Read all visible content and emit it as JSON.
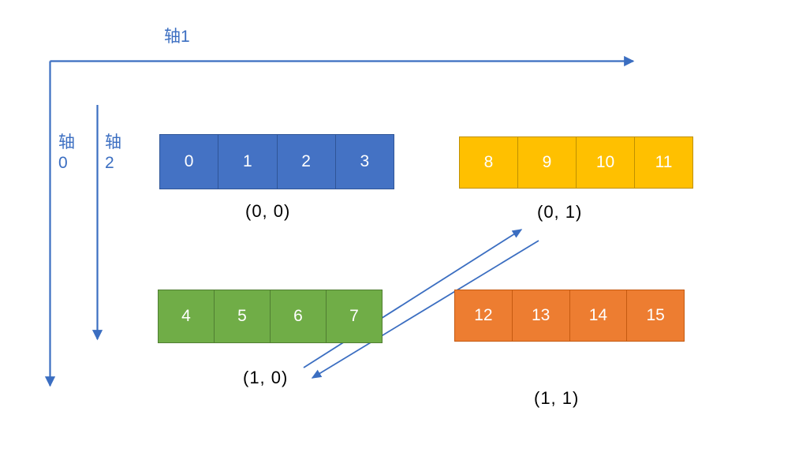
{
  "diagram": {
    "title_text": "",
    "axes": [
      {
        "name": "axis-1",
        "label": "轴1",
        "direction": "horizontal-right",
        "color": "#3b6ec1"
      },
      {
        "name": "axis-0",
        "label": "轴\n0",
        "direction": "vertical-down",
        "color": "#3b6ec1"
      },
      {
        "name": "axis-2",
        "label": "轴\n2",
        "direction": "vertical-down",
        "color": "#3b6ec1"
      }
    ],
    "blocks": [
      {
        "id": "block-0-0",
        "coord_label": "(0, 0)",
        "color": "#4472C4",
        "border_color": "#2F5597",
        "values": [
          "0",
          "1",
          "2",
          "3"
        ]
      },
      {
        "id": "block-0-1",
        "coord_label": "(0, 1)",
        "color": "#FFC000",
        "border_color": "#BF9000",
        "values": [
          "8",
          "9",
          "10",
          "11"
        ]
      },
      {
        "id": "block-1-0",
        "coord_label": "(1, 0)",
        "color": "#70AD47",
        "border_color": "#507E32",
        "values": [
          "4",
          "5",
          "6",
          "7"
        ]
      },
      {
        "id": "block-1-1",
        "coord_label": "(1, 1)",
        "color": "#ED7D31",
        "border_color": "#C55A11",
        "values": [
          "12",
          "13",
          "14",
          "15"
        ]
      }
    ],
    "connectors": [
      {
        "name": "arrow-up-right",
        "from_label": "(1, 0)",
        "to_label": "(0, 1)",
        "color": "#3b6ec1"
      },
      {
        "name": "arrow-down-left",
        "from_label": "(0, 1)",
        "to_label": "(1, 0)",
        "color": "#3b6ec1"
      }
    ],
    "colors": {
      "axis": "#3b6ec1",
      "blue": "#4472C4",
      "yellow": "#FFC000",
      "green": "#70AD47",
      "orange": "#ED7D31",
      "label_text": "#000000",
      "cell_text": "#ffffff",
      "background": "#ffffff"
    }
  }
}
